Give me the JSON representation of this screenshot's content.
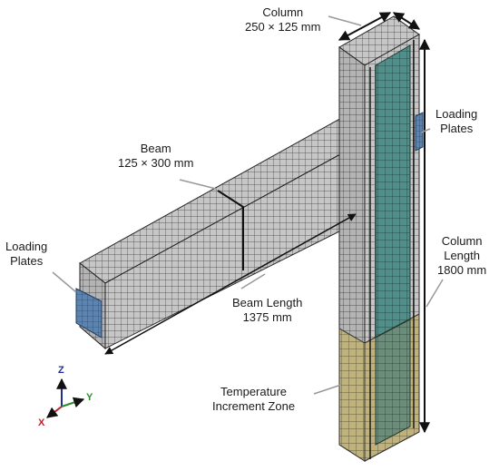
{
  "labels": {
    "column": {
      "line1": "Column",
      "line2": "250 × 125 mm"
    },
    "beam": {
      "line1": "Beam",
      "line2": "125 × 300 mm"
    },
    "loading_plates_right": {
      "line1": "Loading",
      "line2": "Plates"
    },
    "loading_plates_left": {
      "line1": "Loading",
      "line2": "Plates"
    },
    "column_length": {
      "line1": "Column",
      "line2": "Length",
      "line3": "1800 mm"
    },
    "beam_length": {
      "line1": "Beam Length",
      "line2": "1375 mm"
    },
    "temperature_zone": {
      "line1": "Temperature",
      "line2": "Increment Zone"
    }
  },
  "axes": {
    "z": "Z",
    "y": "Y",
    "x": "X"
  },
  "colors": {
    "mesh_face": "#c8c8c8",
    "mesh_line": "#3a3a3a",
    "rebar_teal": "#4f8f8a",
    "heat_zone": "#bfb27a",
    "loading_plate": "#5b84b1",
    "axis_z": "#1f2f8f",
    "axis_y": "#2e8b2e",
    "axis_x": "#c0202a"
  }
}
